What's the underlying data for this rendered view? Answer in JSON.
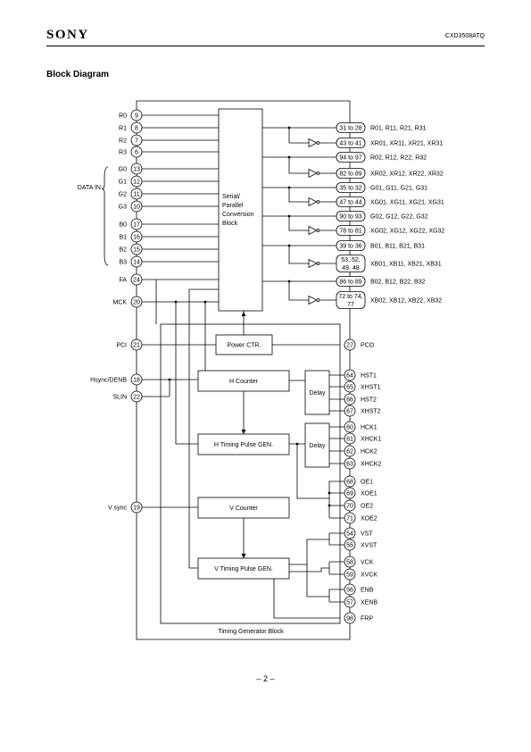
{
  "header": {
    "brand": "SONY",
    "part_number": "CXD3508ATQ"
  },
  "section_title": "Block Diagram",
  "page_number": "– 2 –",
  "blocks": {
    "serial": [
      "Serial/",
      "Parallel",
      "Conversion",
      "Block"
    ],
    "power": "Power CTR.",
    "hcounter": "H Counter",
    "htiming": "H Timing Pulse GEN.",
    "vcounter": "V Counter",
    "vtiming": "V Timing Pulse GEN.",
    "delay1": "Delay",
    "delay2": "Delay",
    "tg": "Timing Generator Block"
  },
  "data_in_label": "DATA IN",
  "left_pins": [
    {
      "name": "R0",
      "pin": "9"
    },
    {
      "name": "R1",
      "pin": "8"
    },
    {
      "name": "R2",
      "pin": "7"
    },
    {
      "name": "R3",
      "pin": "6"
    },
    {
      "name": "G0",
      "pin": "13"
    },
    {
      "name": "G1",
      "pin": "12"
    },
    {
      "name": "G2",
      "pin": "11"
    },
    {
      "name": "G3",
      "pin": "10"
    },
    {
      "name": "B0",
      "pin": "17"
    },
    {
      "name": "B1",
      "pin": "16"
    },
    {
      "name": "B2",
      "pin": "15"
    },
    {
      "name": "B3",
      "pin": "14"
    },
    {
      "name": "FA",
      "pin": "24"
    },
    {
      "name": "MCK",
      "pin": "20"
    },
    {
      "name": "PCI",
      "pin": "21"
    },
    {
      "name": "Hsync/DENB",
      "pin": "18"
    },
    {
      "name": "SLIN",
      "pin": "22"
    },
    {
      "name": "V sync",
      "pin": "19"
    }
  ],
  "right_outputs": [
    {
      "pins": [
        "31 to 28"
      ],
      "label": "R01, R11, R21, R31"
    },
    {
      "pins": [
        "43 to 41"
      ],
      "label": "XR01, XR11, XR21, XR31"
    },
    {
      "pins": [
        "94 to 97"
      ],
      "label": "R02, R12, R22, R32"
    },
    {
      "pins": [
        "82 to 89"
      ],
      "label": "XR02, XR12, XR22, XR32"
    },
    {
      "pins": [
        "35 to 32"
      ],
      "label": "G01, G11, G21, G31"
    },
    {
      "pins": [
        "47 to 44"
      ],
      "label": "XG01, XG11, XG21, XG31"
    },
    {
      "pins": [
        "90 to 93"
      ],
      "label": "G02, G12, G22, G32"
    },
    {
      "pins": [
        "78 to 81"
      ],
      "label": "XG02, XG12, XG22, XG32"
    },
    {
      "pins": [
        "39 to 36"
      ],
      "label": "B01, B11, B21, B31"
    },
    {
      "pins": [
        "53, 52,",
        "49, 48"
      ],
      "label": "XB01, XB11, XB21, XB31"
    },
    {
      "pins": [
        "86 to 89"
      ],
      "label": "B02, B12, B22, B32"
    },
    {
      "pins": [
        "72 to 74,",
        "77"
      ],
      "label": "XB02, XB12, XB22, XB32"
    }
  ],
  "right_pins": [
    {
      "name": "PCO",
      "pin": "27"
    },
    {
      "name": "HST1",
      "pin": "64"
    },
    {
      "name": "XHST1",
      "pin": "65"
    },
    {
      "name": "HST2",
      "pin": "66"
    },
    {
      "name": "XHST2",
      "pin": "67"
    },
    {
      "name": "HCK1",
      "pin": "60"
    },
    {
      "name": "XHCK1",
      "pin": "61"
    },
    {
      "name": "HCK2",
      "pin": "62"
    },
    {
      "name": "XHCK2",
      "pin": "63"
    },
    {
      "name": "OE1",
      "pin": "68"
    },
    {
      "name": "XOE1",
      "pin": "69"
    },
    {
      "name": "OE2",
      "pin": "70"
    },
    {
      "name": "XOE2",
      "pin": "71"
    },
    {
      "name": "VST",
      "pin": "54"
    },
    {
      "name": "XVST",
      "pin": "55"
    },
    {
      "name": "VCK",
      "pin": "58"
    },
    {
      "name": "XVCK",
      "pin": "59"
    },
    {
      "name": "ENB",
      "pin": "56"
    },
    {
      "name": "XENB",
      "pin": "57"
    },
    {
      "name": "FRP",
      "pin": "98"
    }
  ]
}
